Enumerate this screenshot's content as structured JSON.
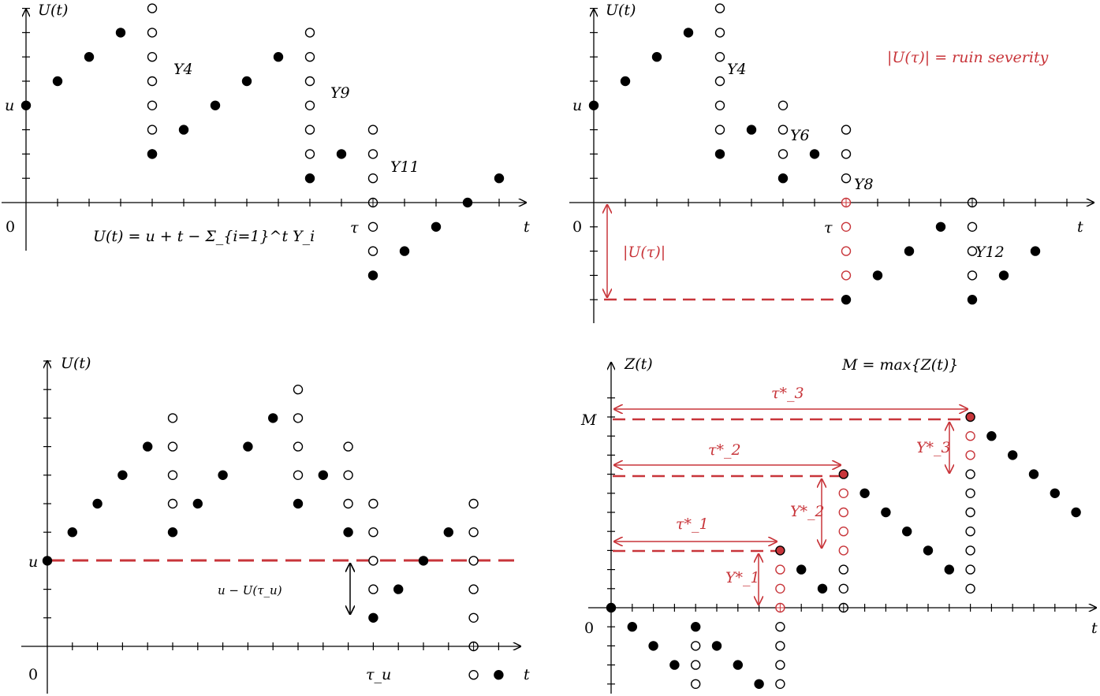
{
  "colors": {
    "ink": "#000000",
    "accent": "#c8353a",
    "background": "#ffffff"
  },
  "panels": {
    "p1": {
      "y_axis_label": "U(t)",
      "x_axis_label": "t",
      "origin_label": "0",
      "u_label": "u",
      "tau_label": "τ",
      "jump_labels": [
        "Y4",
        "Y9",
        "Y11"
      ],
      "formula": "U(t) = u + t − Σ_{i=1}^t Y_i"
    },
    "p2": {
      "y_axis_label": "U(t)",
      "x_axis_label": "t",
      "origin_label": "0",
      "u_label": "u",
      "tau_label": "τ",
      "jump_labels": [
        "Y4",
        "Y6",
        "Y8",
        "Y12"
      ],
      "severity_annotation": "|U(τ)| = ruin severity",
      "severity_label": "|U(τ)|"
    },
    "p3": {
      "y_axis_label": "U(t)",
      "x_axis_label": "t",
      "origin_label": "0",
      "u_label": "u",
      "tau_label": "τ_u",
      "gap_label": "u − U(τ_u)"
    },
    "p4": {
      "y_axis_label": "Z(t)",
      "x_axis_label": "t",
      "origin_label": "0",
      "max_label": "M",
      "title": "M = max{Z(t)}",
      "tau_labels": [
        "τ*_1",
        "τ*_2",
        "τ*_3"
      ],
      "y_labels": [
        "Y*_1",
        "Y*_2",
        "Y*_3"
      ]
    }
  }
}
